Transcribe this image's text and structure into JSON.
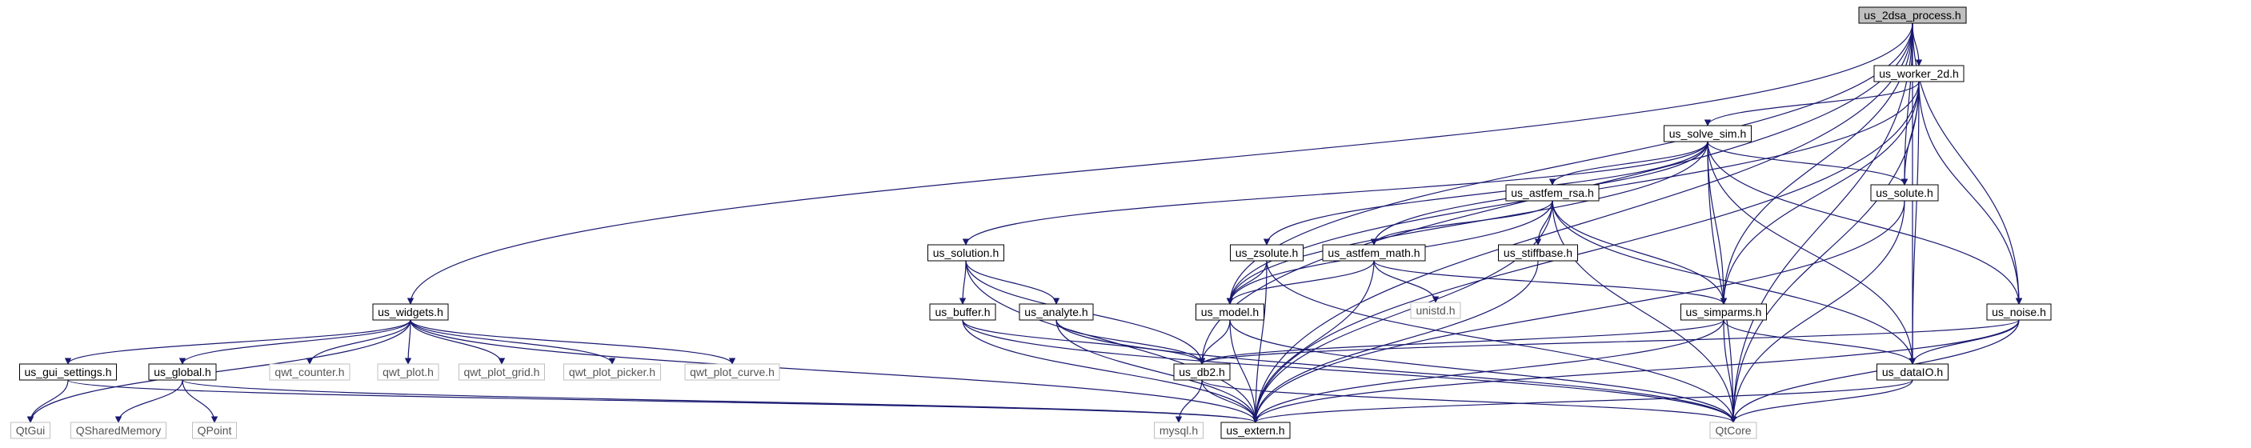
{
  "diagram": {
    "colors": {
      "edge": "#191970",
      "root_fill": "#bfbfbf",
      "node_border": "#000000",
      "external_border": "#bfbfbf"
    },
    "nodes": [
      {
        "id": "us_2dsa_process",
        "label": "us_2dsa_process.h",
        "kind": "root"
      },
      {
        "id": "us_worker_2d",
        "label": "us_worker_2d.h",
        "kind": "normal"
      },
      {
        "id": "us_solve_sim",
        "label": "us_solve_sim.h",
        "kind": "normal"
      },
      {
        "id": "us_astfem_rsa",
        "label": "us_astfem_rsa.h",
        "kind": "normal"
      },
      {
        "id": "us_solute",
        "label": "us_solute.h",
        "kind": "normal"
      },
      {
        "id": "us_solution",
        "label": "us_solution.h",
        "kind": "normal"
      },
      {
        "id": "us_zsolute",
        "label": "us_zsolute.h",
        "kind": "normal"
      },
      {
        "id": "us_astfem_math",
        "label": "us_astfem_math.h",
        "kind": "normal"
      },
      {
        "id": "us_stiffbase",
        "label": "us_stiffbase.h",
        "kind": "normal"
      },
      {
        "id": "unistd",
        "label": "unistd.h",
        "kind": "external"
      },
      {
        "id": "us_widgets",
        "label": "us_widgets.h",
        "kind": "normal"
      },
      {
        "id": "us_buffer",
        "label": "us_buffer.h",
        "kind": "normal"
      },
      {
        "id": "us_analyte",
        "label": "us_analyte.h",
        "kind": "normal"
      },
      {
        "id": "us_model",
        "label": "us_model.h",
        "kind": "normal"
      },
      {
        "id": "us_simparms",
        "label": "us_simparms.h",
        "kind": "normal"
      },
      {
        "id": "us_noise",
        "label": "us_noise.h",
        "kind": "normal"
      },
      {
        "id": "us_gui_settings",
        "label": "us_gui_settings.h",
        "kind": "normal"
      },
      {
        "id": "us_global",
        "label": "us_global.h",
        "kind": "normal"
      },
      {
        "id": "qwt_counter",
        "label": "qwt_counter.h",
        "kind": "external"
      },
      {
        "id": "qwt_plot",
        "label": "qwt_plot.h",
        "kind": "external"
      },
      {
        "id": "qwt_plot_grid",
        "label": "qwt_plot_grid.h",
        "kind": "external"
      },
      {
        "id": "qwt_plot_picker",
        "label": "qwt_plot_picker.h",
        "kind": "external"
      },
      {
        "id": "qwt_plot_curve",
        "label": "qwt_plot_curve.h",
        "kind": "external"
      },
      {
        "id": "us_db2",
        "label": "us_db2.h",
        "kind": "normal"
      },
      {
        "id": "us_dataIO",
        "label": "us_dataIO.h",
        "kind": "normal"
      },
      {
        "id": "QtGui",
        "label": "QtGui",
        "kind": "external"
      },
      {
        "id": "QSharedMemory",
        "label": "QSharedMemory",
        "kind": "external"
      },
      {
        "id": "QPoint",
        "label": "QPoint",
        "kind": "external"
      },
      {
        "id": "mysql",
        "label": "mysql.h",
        "kind": "external"
      },
      {
        "id": "us_extern",
        "label": "us_extern.h",
        "kind": "normal"
      },
      {
        "id": "QtCore",
        "label": "QtCore",
        "kind": "external"
      }
    ],
    "edges": [
      [
        "us_2dsa_process",
        "us_worker_2d"
      ],
      [
        "us_2dsa_process",
        "us_solute"
      ],
      [
        "us_2dsa_process",
        "us_model"
      ],
      [
        "us_2dsa_process",
        "us_db2"
      ],
      [
        "us_2dsa_process",
        "us_extern"
      ],
      [
        "us_2dsa_process",
        "us_widgets"
      ],
      [
        "us_2dsa_process",
        "us_simparms"
      ],
      [
        "us_2dsa_process",
        "us_noise"
      ],
      [
        "us_2dsa_process",
        "us_dataIO"
      ],
      [
        "us_2dsa_process",
        "QtCore"
      ],
      [
        "us_worker_2d",
        "us_solve_sim"
      ],
      [
        "us_worker_2d",
        "us_solute"
      ],
      [
        "us_worker_2d",
        "us_model"
      ],
      [
        "us_worker_2d",
        "us_extern"
      ],
      [
        "us_worker_2d",
        "us_simparms"
      ],
      [
        "us_worker_2d",
        "us_noise"
      ],
      [
        "us_worker_2d",
        "us_dataIO"
      ],
      [
        "us_worker_2d",
        "QtCore"
      ],
      [
        "us_solve_sim",
        "us_solution"
      ],
      [
        "us_solve_sim",
        "us_astfem_rsa"
      ],
      [
        "us_solve_sim",
        "us_zsolute"
      ],
      [
        "us_solve_sim",
        "us_astfem_math"
      ],
      [
        "us_solve_sim",
        "us_model"
      ],
      [
        "us_solve_sim",
        "us_solute"
      ],
      [
        "us_solve_sim",
        "us_simparms"
      ],
      [
        "us_solve_sim",
        "us_noise"
      ],
      [
        "us_solve_sim",
        "us_dataIO"
      ],
      [
        "us_solve_sim",
        "QtCore"
      ],
      [
        "us_astfem_rsa",
        "us_astfem_math"
      ],
      [
        "us_astfem_rsa",
        "us_stiffbase"
      ],
      [
        "us_astfem_rsa",
        "us_model"
      ],
      [
        "us_astfem_rsa",
        "us_simparms"
      ],
      [
        "us_astfem_rsa",
        "us_dataIO"
      ],
      [
        "us_astfem_rsa",
        "us_extern"
      ],
      [
        "us_astfem_rsa",
        "QtCore"
      ],
      [
        "us_solute",
        "us_extern"
      ],
      [
        "us_solute",
        "QtCore"
      ],
      [
        "us_solution",
        "us_buffer"
      ],
      [
        "us_solution",
        "us_analyte"
      ],
      [
        "us_solution",
        "us_db2"
      ],
      [
        "us_solution",
        "us_extern"
      ],
      [
        "us_zsolute",
        "us_model"
      ],
      [
        "us_zsolute",
        "us_extern"
      ],
      [
        "us_zsolute",
        "QtCore"
      ],
      [
        "us_astfem_math",
        "unistd"
      ],
      [
        "us_astfem_math",
        "us_model"
      ],
      [
        "us_astfem_math",
        "us_simparms"
      ],
      [
        "us_astfem_math",
        "us_extern"
      ],
      [
        "us_stiffbase",
        "us_extern"
      ],
      [
        "us_widgets",
        "us_gui_settings"
      ],
      [
        "us_widgets",
        "us_global"
      ],
      [
        "us_widgets",
        "qwt_counter"
      ],
      [
        "us_widgets",
        "qwt_plot"
      ],
      [
        "us_widgets",
        "qwt_plot_grid"
      ],
      [
        "us_widgets",
        "qwt_plot_picker"
      ],
      [
        "us_widgets",
        "qwt_plot_curve"
      ],
      [
        "us_widgets",
        "QtGui"
      ],
      [
        "us_widgets",
        "us_extern"
      ],
      [
        "us_buffer",
        "us_db2"
      ],
      [
        "us_buffer",
        "us_extern"
      ],
      [
        "us_buffer",
        "QtCore"
      ],
      [
        "us_analyte",
        "us_db2"
      ],
      [
        "us_analyte",
        "us_extern"
      ],
      [
        "us_analyte",
        "QtCore"
      ],
      [
        "us_model",
        "us_db2"
      ],
      [
        "us_model",
        "us_extern"
      ],
      [
        "us_model",
        "QtCore"
      ],
      [
        "us_simparms",
        "us_db2"
      ],
      [
        "us_simparms",
        "us_dataIO"
      ],
      [
        "us_simparms",
        "us_extern"
      ],
      [
        "us_simparms",
        "QtCore"
      ],
      [
        "us_noise",
        "us_db2"
      ],
      [
        "us_noise",
        "us_dataIO"
      ],
      [
        "us_noise",
        "us_extern"
      ],
      [
        "us_noise",
        "QtCore"
      ],
      [
        "us_gui_settings",
        "QtGui"
      ],
      [
        "us_gui_settings",
        "us_extern"
      ],
      [
        "us_global",
        "QSharedMemory"
      ],
      [
        "us_global",
        "QPoint"
      ],
      [
        "us_global",
        "us_extern"
      ],
      [
        "us_db2",
        "mysql"
      ],
      [
        "us_db2",
        "us_extern"
      ],
      [
        "us_db2",
        "QtCore"
      ],
      [
        "us_dataIO",
        "us_extern"
      ],
      [
        "us_dataIO",
        "QtCore"
      ]
    ]
  }
}
